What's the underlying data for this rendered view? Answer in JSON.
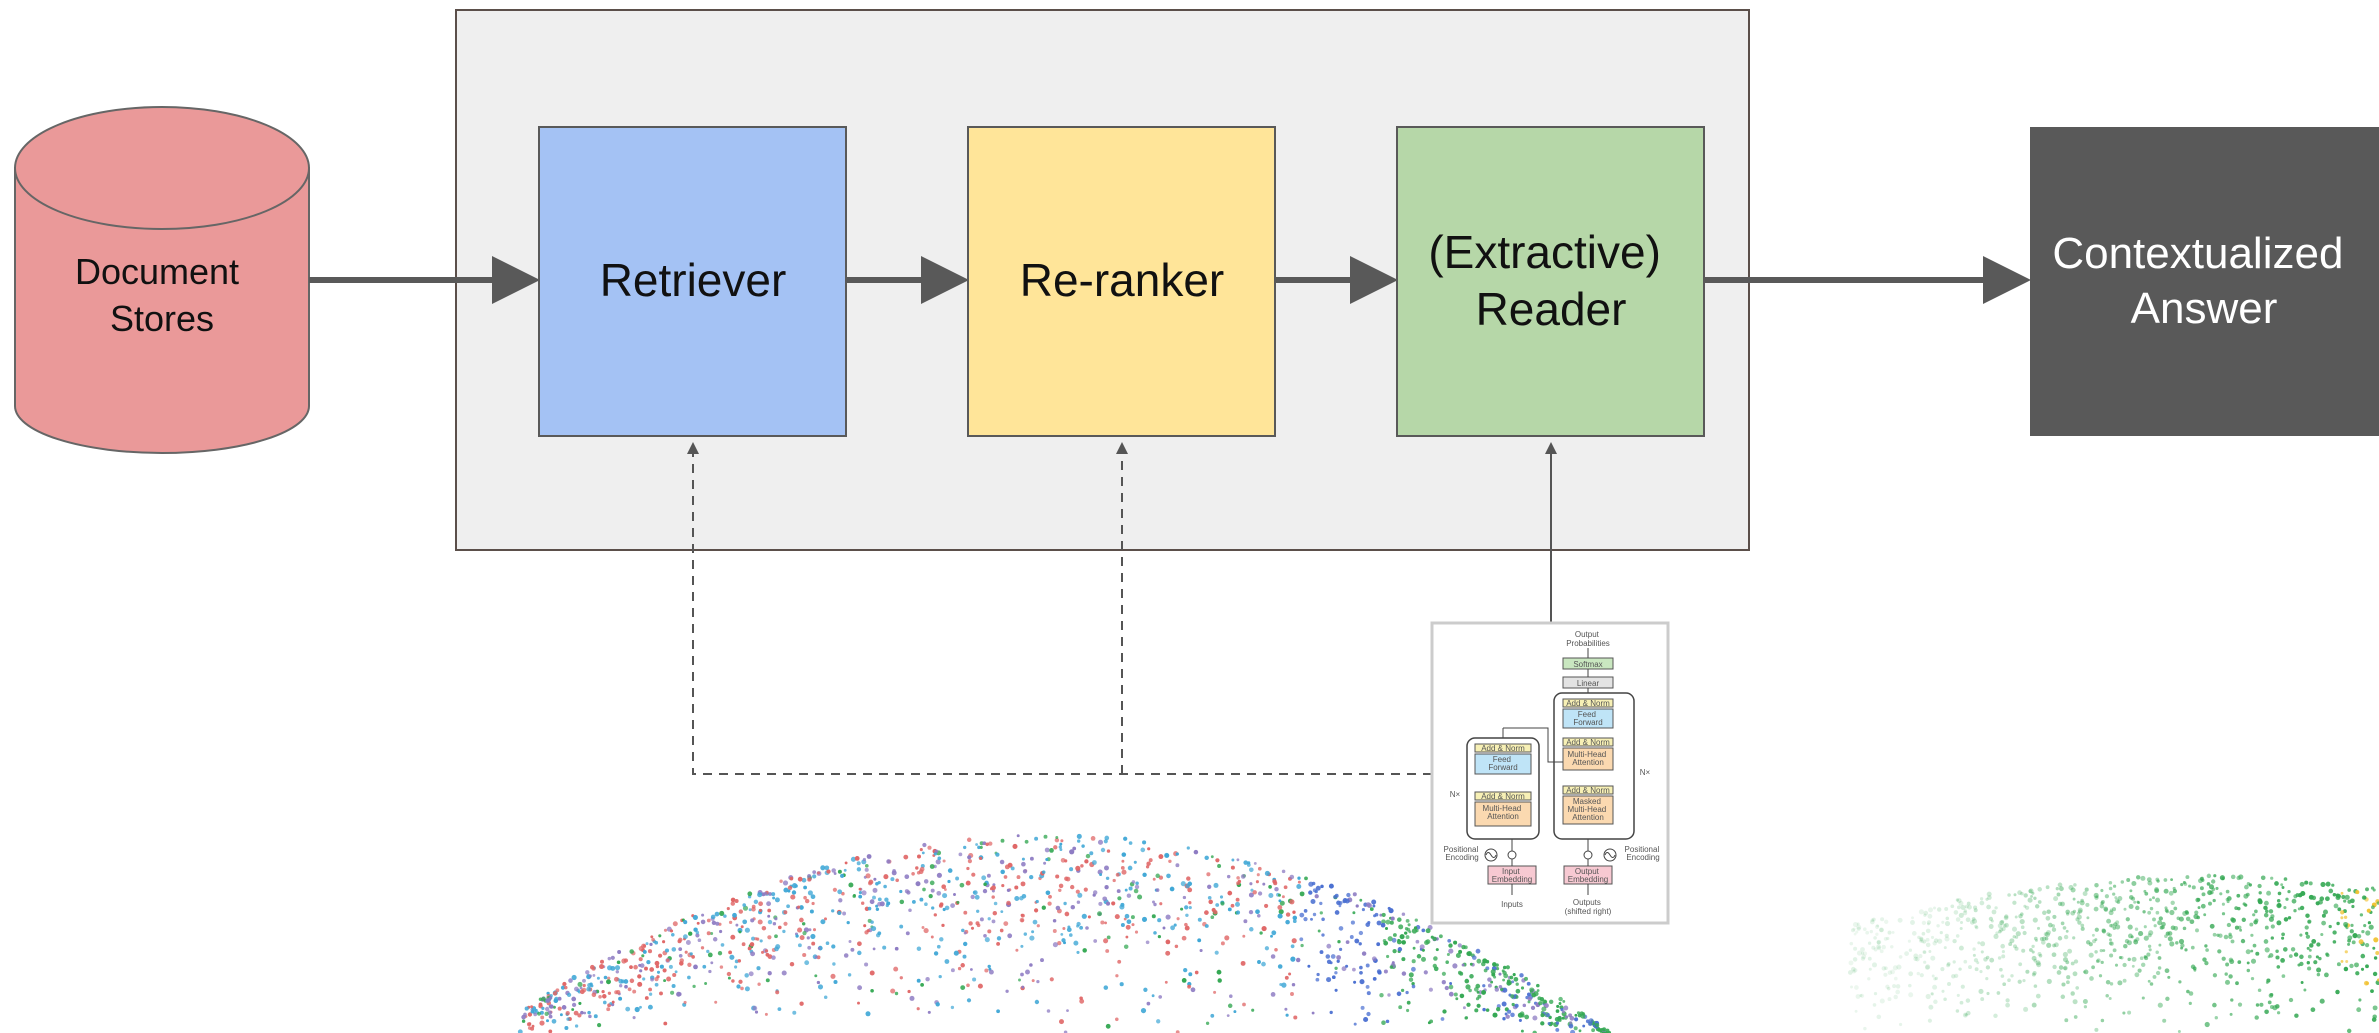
{
  "nodes": {
    "document_stores": {
      "lines": [
        "Document",
        "Stores"
      ],
      "color": "#ea9999"
    },
    "retriever": {
      "label": "Retriever",
      "color": "#a4c2f4"
    },
    "reranker": {
      "label": "Re-ranker",
      "color": "#ffe599"
    },
    "reader": {
      "lines": [
        "(Extractive)",
        "Reader"
      ],
      "color": "#b6d7a8"
    },
    "answer": {
      "lines": [
        "Contextualized",
        "Answer"
      ],
      "color": "#595959"
    }
  },
  "pipeline_container": {
    "color": "#efefef"
  },
  "transformer_figure": {
    "output_label": [
      "Output",
      "Probabilities"
    ],
    "softmax": "Softmax",
    "linear": "Linear",
    "add_norm": "Add & Norm",
    "feed_forward": [
      "Feed",
      "Forward"
    ],
    "multi_head_attention": [
      "Multi-Head",
      "Attention"
    ],
    "masked_multi_head_attention": [
      "Masked",
      "Multi-Head",
      "Attention"
    ],
    "positional_encoding": [
      "Positional",
      "Encoding"
    ],
    "input_embedding": [
      "Input",
      "Embedding"
    ],
    "output_embedding": [
      "Output",
      "Embedding"
    ],
    "inputs": "Inputs",
    "outputs": [
      "Outputs",
      "(shifted right)"
    ],
    "nx": "N×"
  },
  "scatter_colors": [
    "#e06666",
    "#3fa7d6",
    "#8e7cc3",
    "#34a853",
    "#4a6fd1",
    "#f1c232"
  ]
}
